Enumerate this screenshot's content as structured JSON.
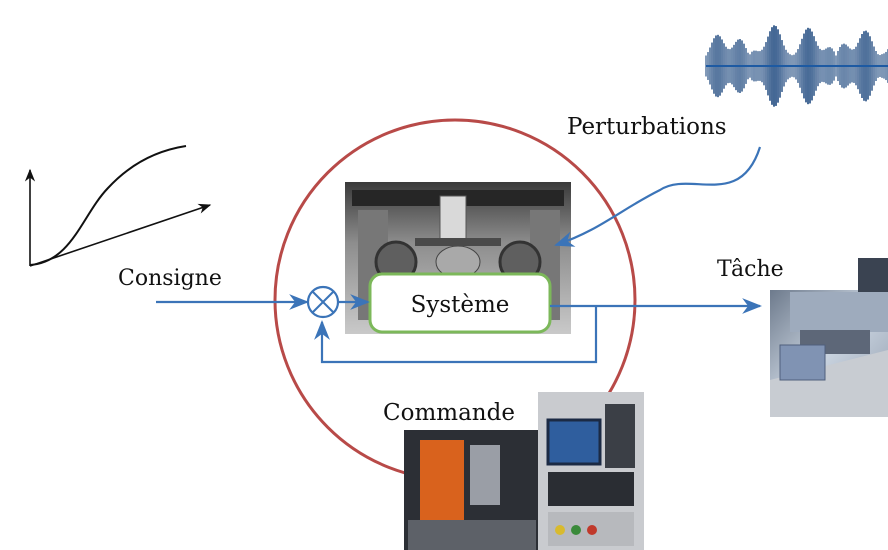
{
  "labels": {
    "input": "Consigne",
    "disturbance": "Perturbations",
    "system": "Système",
    "output": "Tâche",
    "controller": "Commande"
  },
  "colors": {
    "signal": "#3b74b8",
    "circle": "#b84a48",
    "system_box": "#7cb85a"
  },
  "icons": [
    "response-curve-graph",
    "sound-waveform",
    "machining-center-photo",
    "milling-tool-photo",
    "cnc-control-panel-photo"
  ]
}
